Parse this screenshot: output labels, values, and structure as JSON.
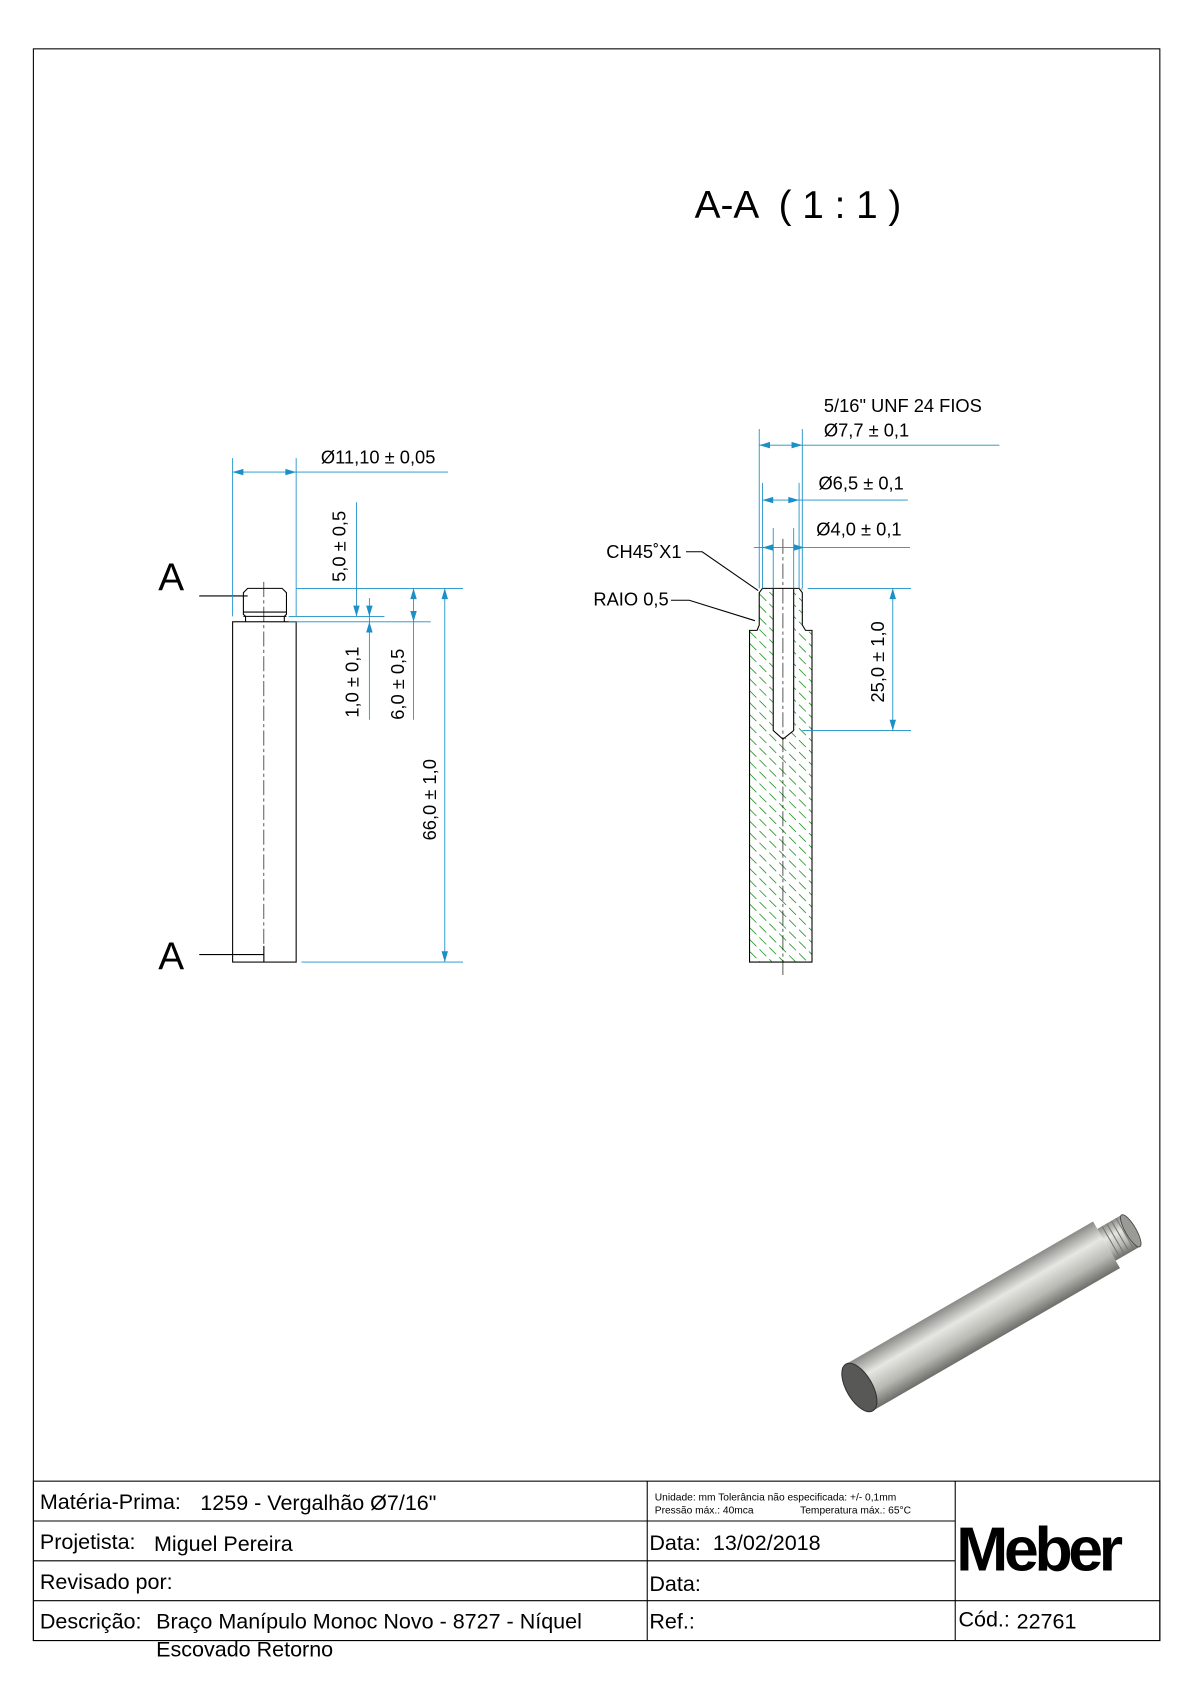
{
  "view_title": "A-A  ( 1 : 1 )",
  "section_marker": "A",
  "left_view": {
    "dims": {
      "diameter": "Ø11,10 ± 0,05",
      "head_length": "5,0 ± 0,5",
      "groove": "1,0 ± 0,1",
      "shoulder": "6,0 ± 0,5",
      "total_length": "66,0 ± 1,0"
    }
  },
  "section_view": {
    "thread_spec": "5/16\" UNF 24 FIOS",
    "dims": {
      "thread_diameter": "Ø7,7 ± 0,1",
      "groove_diameter": "Ø6,5 ± 0,1",
      "bore_diameter": "Ø4,0 ± 0,1",
      "bore_depth": "25,0 ± 1,0"
    },
    "chamfer_note": "CH45˚X1",
    "radius_note": "RAIO 0,5"
  },
  "title_block": {
    "materia_label": "Matéria-Prima:",
    "materia_value": "1259 - Vergalhão Ø7/16\"",
    "info_line1": "Unidade: mm Tolerância não especificada: +/- 0,1mm",
    "info_pressao": "Pressão máx.: 40mca",
    "info_temp": "Temperatura máx.: 65°C",
    "projetista_label": "Projetista:",
    "projetista_value": "Miguel Pereira",
    "data_label": "Data:",
    "data_value": "13/02/2018",
    "revisado_label": "Revisado por:",
    "data2_label": "Data:",
    "descricao_label": "Descrição:",
    "descricao_line1": "Braço Manípulo Monoc Novo - 8727 - Níquel",
    "descricao_line2": "Escovado Retorno",
    "ref_label": "Ref.:",
    "cod_label": "Cód.:",
    "cod_value": "22761",
    "logo": "Meber"
  },
  "colors": {
    "dimension": "#1a8fc8",
    "hatch": "#2e9a2e"
  }
}
